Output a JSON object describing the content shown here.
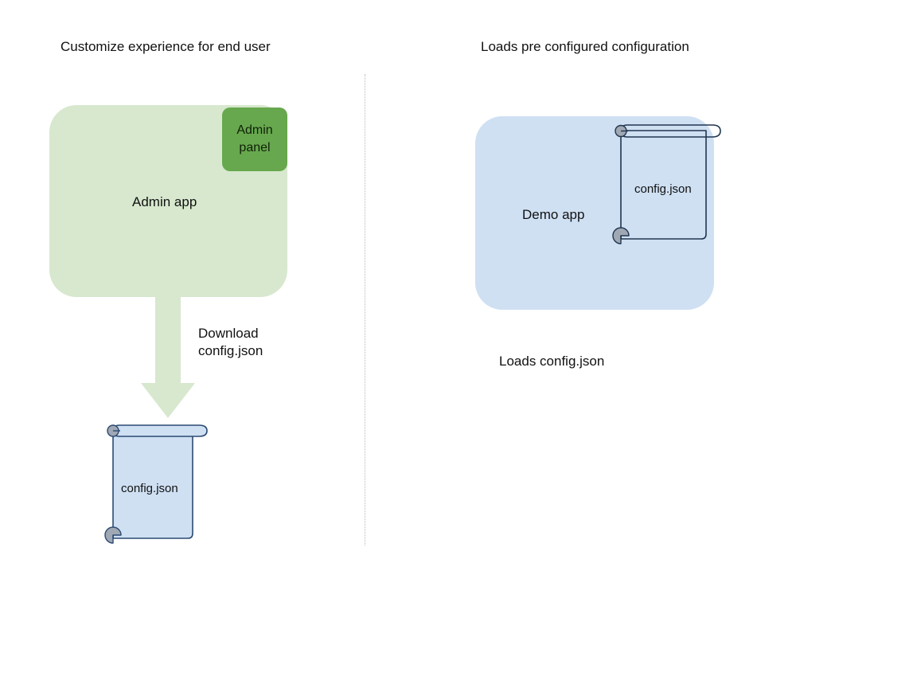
{
  "diagram": {
    "type": "flow-diagram",
    "background_color": "#ffffff",
    "columns": [
      {
        "id": "left",
        "heading": "Customize experience for end user",
        "nodes": [
          "admin-app",
          "admin-panel",
          "config-json-download"
        ],
        "edges": [
          "Download config.json"
        ]
      },
      {
        "id": "right",
        "heading": "Loads pre configured configuration",
        "nodes": [
          "demo-app",
          "config-json-embedded"
        ],
        "caption": "Loads config.json"
      }
    ]
  },
  "headings": {
    "left": "Customize experience for end user",
    "right": "Loads pre configured configuration"
  },
  "left_column": {
    "app": {
      "label": "Admin app",
      "fill_color": "#d7e8ce"
    },
    "panel": {
      "label_line1": "Admin",
      "label_line2": "panel",
      "fill_color": "#67a84e",
      "text_color": "#102008"
    },
    "arrow": {
      "label_line1": "Download",
      "label_line2": "config.json",
      "color": "#d7e8ce",
      "direction": "down"
    },
    "document": {
      "label": "config.json",
      "fill_color": "#cfe0f3",
      "stroke_color": "#2b4a73",
      "curl_color": "#a0a8b4"
    }
  },
  "right_column": {
    "app": {
      "label": "Demo app",
      "fill_color": "#cfe0f3"
    },
    "document": {
      "label": "config.json",
      "fill_color": "none",
      "stroke_color": "#20364f",
      "curl_color": "#a0a8b4"
    },
    "caption": "Loads config.json"
  },
  "divider": {
    "style": "dotted",
    "color": "#b9b9b9"
  }
}
